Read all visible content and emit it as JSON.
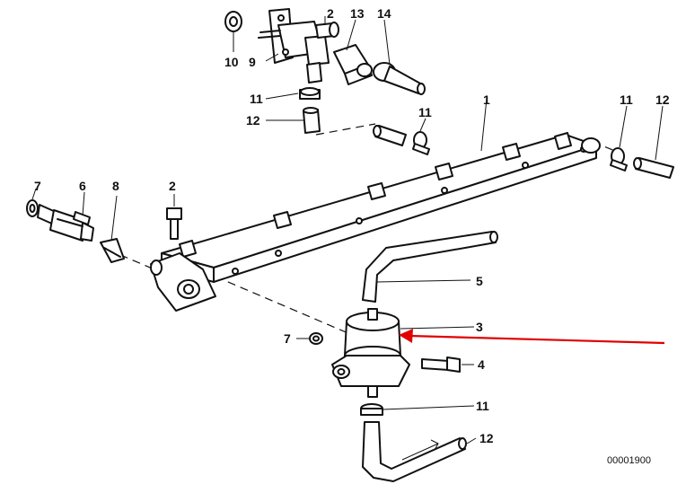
{
  "labels": {
    "l14": "14",
    "l13": "13",
    "l2_top": "2",
    "l10": "10",
    "l9": "9",
    "l11_a": "11",
    "l12_a": "12",
    "l11_b": "11",
    "l1": "1",
    "l11_c": "11",
    "l12_b": "12",
    "l7_left": "7",
    "l6": "6",
    "l8": "8",
    "l2_mid": "2",
    "l5": "5",
    "l3": "3",
    "l7_bottom": "7",
    "l4": "4",
    "l11_bottom": "11",
    "l12_bottom": "12"
  },
  "doc_number": "00001900",
  "colors": {
    "line": "#111111",
    "highlight_arrow": "#e00000",
    "background": "#ffffff"
  }
}
